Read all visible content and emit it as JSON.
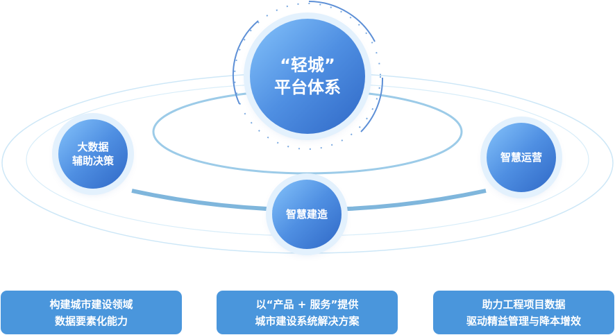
{
  "center": {
    "line1": "“轻城”",
    "line2": "平台体系"
  },
  "nodes": [
    {
      "line1": "大数据",
      "line2": "辅助决策"
    },
    {
      "line1": "智慧建造"
    },
    {
      "line1": "智慧运营"
    }
  ],
  "boxes": [
    {
      "line1": "构建城市建设领域",
      "line2": "数据要素化能力"
    },
    {
      "line1": "以“产品 + 服务”提供",
      "line2": "城市建设系统解决方案"
    },
    {
      "line1": "助力工程项目数据",
      "line2": "驱动精益管理与降本增效"
    }
  ],
  "colors": {
    "accent": "#4a96dc",
    "ring": "#bfe0f5",
    "orbit": "#7fb6dc"
  }
}
